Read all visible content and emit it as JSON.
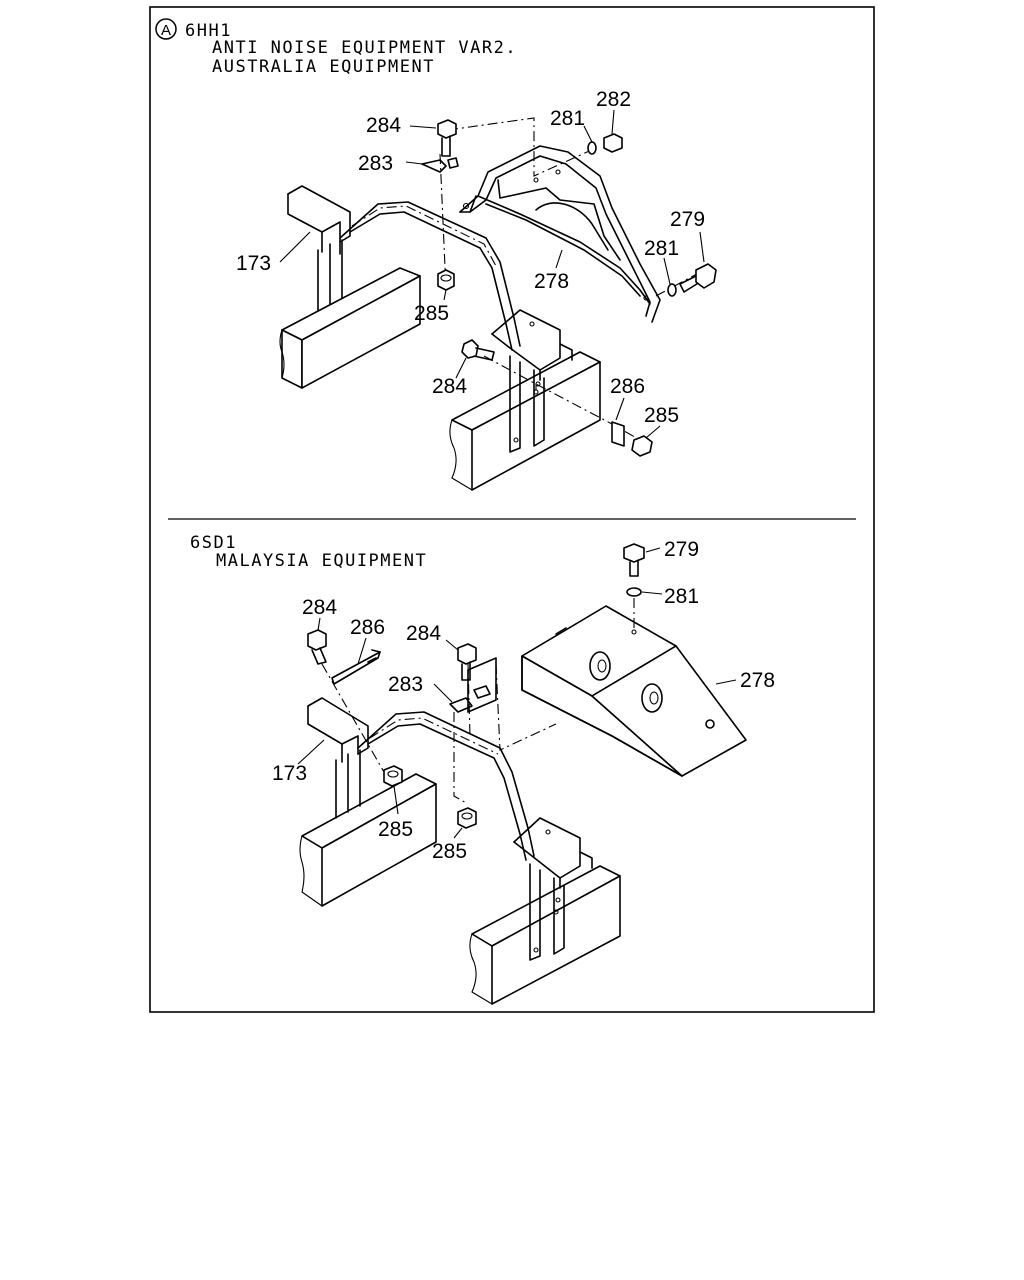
{
  "sections": [
    {
      "marker": "A",
      "model": "6HH1",
      "lines": [
        "ANTI NOISE EQUIPMENT VAR2.",
        "AUSTRALIA EQUIPMENT"
      ],
      "callouts": [
        "284",
        "283",
        "281",
        "282",
        "173",
        "278",
        "279",
        "281",
        "285",
        "284",
        "286",
        "285"
      ]
    },
    {
      "model": "6SD1",
      "lines": [
        "MALAYSIA EQUIPMENT"
      ],
      "callouts": [
        "279",
        "281",
        "284",
        "286",
        "284",
        "283",
        "278",
        "173",
        "285",
        "285"
      ]
    }
  ]
}
